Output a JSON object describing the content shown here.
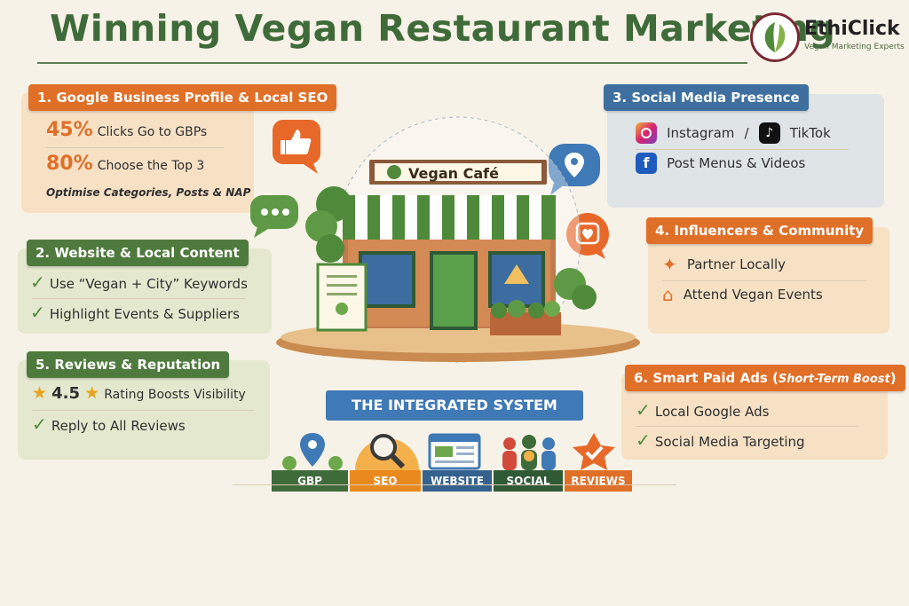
{
  "header": {
    "title": "Winning Vegan Restaurant Marketing",
    "logo_name": "EthiClick",
    "logo_tagline": "Vegan Marketing Experts"
  },
  "section1": {
    "heading": "1. Google Business Profile & Local SEO",
    "stats": [
      {
        "value": "45%",
        "text": "Clicks Go to GBPs"
      },
      {
        "value": "80%",
        "text": "Choose the Top 3"
      }
    ],
    "note": "Optimise Categories, Posts & NAP"
  },
  "section2": {
    "heading": "2. Website & Local Content",
    "items": [
      "Use “Vegan + City” Keywords",
      "Highlight Events & Suppliers"
    ]
  },
  "section3": {
    "heading": "3. Social Media Presence",
    "instagram": "Instagram",
    "separator": "/",
    "tiktok": "TikTok",
    "item2": "Post Menus & Videos"
  },
  "section4": {
    "heading": "4. Influencers & Community",
    "items": [
      "Partner Locally",
      "Attend Vegan Events"
    ]
  },
  "section5": {
    "heading": "5. Reviews & Reputation",
    "rating": "4.5",
    "rating_text": "Rating Boosts Visibility",
    "item2": "Reply to All Reviews"
  },
  "section6": {
    "heading": "6. Smart Paid Ads (",
    "heading_italic": "Short-Term Boost",
    "heading_end": ")",
    "items": [
      "Local Google Ads",
      "Social Media Targeting"
    ]
  },
  "center": {
    "sign": "Vegan Café",
    "system_title": "THE INTEGRATED SYSTEM",
    "tabs": [
      "GBP",
      "SEO",
      "WEBSITE",
      "SOCIAL",
      "REVIEWS"
    ]
  },
  "colors": {
    "orange": "#e06f28",
    "green": "#4f7a3d",
    "blue": "#3e6f9e",
    "title_green": "#3f6b3a",
    "logo_maroon": "#7a2a33"
  }
}
